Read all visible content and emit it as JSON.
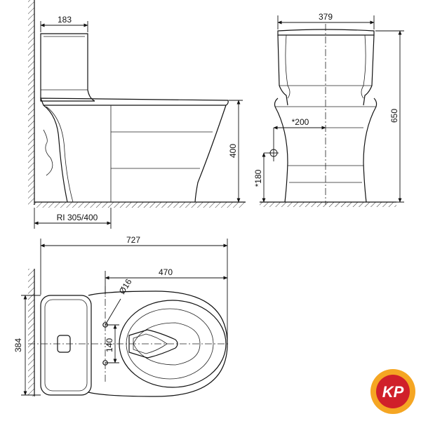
{
  "side_view": {
    "tank_depth": "183",
    "height": "400",
    "outlet_height": "*180",
    "rough_in": "RI 305/400"
  },
  "front_view": {
    "width": "379",
    "total_height": "650",
    "outlet_offset": "*200"
  },
  "top_view": {
    "length": "727",
    "bowl_length": "470",
    "hole_diameter": "Ø16",
    "bolt_spacing": "140",
    "tank_width": "384"
  },
  "logo": {
    "text": "KP",
    "colors": {
      "outer": "#f5a623",
      "inner": "#d0202a",
      "letters": "#ffffff"
    }
  }
}
